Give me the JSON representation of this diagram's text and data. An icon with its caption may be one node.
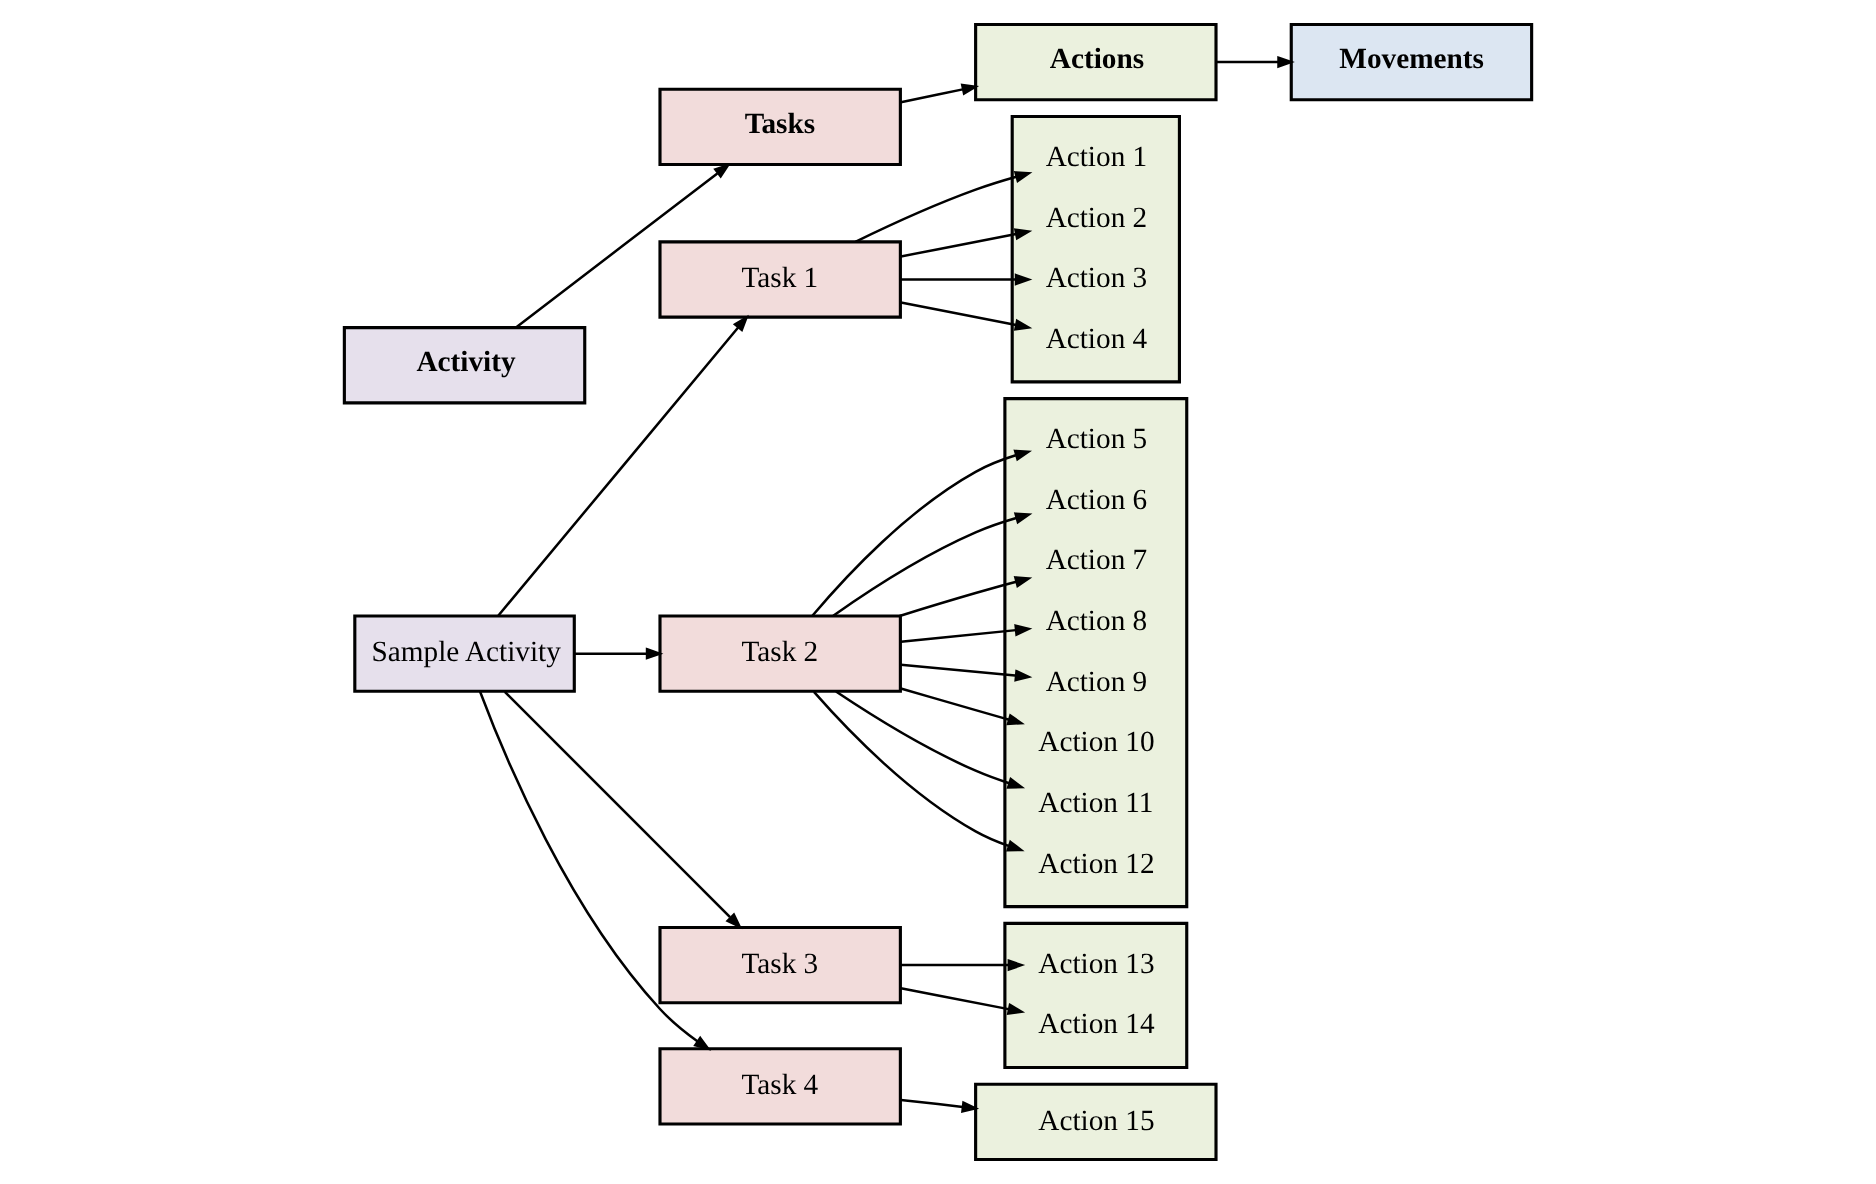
{
  "diagram": {
    "nodes": [
      {
        "text": [
          "Activity"
        ]
      },
      {
        "text": [
          "Tasks"
        ]
      },
      {
        "text": [
          "Actions"
        ]
      },
      {
        "text": [
          "Movements"
        ]
      },
      {
        "text": [
          "Sample Activity"
        ]
      },
      {
        "text": [
          "Task 1"
        ]
      },
      {
        "text": [],
        "shape": "box"
      },
      {
        "text": [
          "Action 1"
        ],
        "in": 6
      },
      {
        "text": [
          "Action 2"
        ],
        "in": 6
      },
      {
        "text": [
          "Action 3"
        ],
        "in": 6
      },
      {
        "text": [
          "Action 4"
        ],
        "in": 6
      },
      {
        "text": [
          "Task 2"
        ]
      },
      {
        "text": [],
        "shape": "box"
      },
      {
        "text": [
          "Action 5"
        ],
        "in": 12
      },
      {
        "text": [
          "Action 6"
        ],
        "in": 12
      },
      {
        "text": [
          "Action 7"
        ],
        "in": 12
      },
      {
        "text": [
          "Action 8"
        ],
        "in": 12
      },
      {
        "text": [
          "Action 9"
        ],
        "in": 12
      },
      {
        "text": [
          "Action 10"
        ],
        "in": 12
      },
      {
        "text": [
          "Action 11"
        ],
        "in": 12
      },
      {
        "text": [
          "Action 12"
        ],
        "in": 12
      },
      {
        "text": [
          "Task 3"
        ]
      },
      {
        "text": [],
        "shape": "box"
      },
      {
        "text": [
          "Action 13"
        ],
        "in": 22
      },
      {
        "text": [
          "Action 14"
        ],
        "in": 22
      },
      {
        "text": [
          "Task 4"
        ]
      },
      {
        "text": [
          "Action 15"
        ]
      }
    ],
    "edges": [
      {
        "from": 0,
        "to": 1,
        "arrow": "to"
      },
      {
        "from": 1,
        "to": 2,
        "arrow": "to"
      },
      {
        "from": 2,
        "to": 3,
        "arrow": "to"
      },
      {
        "from": 4,
        "to": 5,
        "arrow": "to"
      },
      {
        "from": 4,
        "to": 11,
        "arrow": "to"
      },
      {
        "from": 4,
        "to": 21,
        "arrow": "to"
      },
      {
        "from": 4,
        "to": 25,
        "arrow": "to"
      },
      {
        "from": 5,
        "to": 7,
        "arrow": "to"
      },
      {
        "from": 5,
        "to": 8,
        "arrow": "to"
      },
      {
        "from": 5,
        "to": 9,
        "arrow": "to"
      },
      {
        "from": 5,
        "to": 10,
        "arrow": "to"
      },
      {
        "from": 11,
        "to": 13,
        "arrow": "to"
      },
      {
        "from": 11,
        "to": 14,
        "arrow": "to"
      },
      {
        "from": 11,
        "to": 15,
        "arrow": "to"
      },
      {
        "from": 11,
        "to": 16,
        "arrow": "to"
      },
      {
        "from": 11,
        "to": 17,
        "arrow": "to"
      },
      {
        "from": 11,
        "to": 18,
        "arrow": "to"
      },
      {
        "from": 11,
        "to": 19,
        "arrow": "to"
      },
      {
        "from": 11,
        "to": 20,
        "arrow": "to"
      },
      {
        "from": 21,
        "to": 23,
        "arrow": "to"
      },
      {
        "from": 21,
        "to": 24,
        "arrow": "to"
      },
      {
        "from": 25,
        "to": 26,
        "arrow": "to"
      }
    ]
  }
}
